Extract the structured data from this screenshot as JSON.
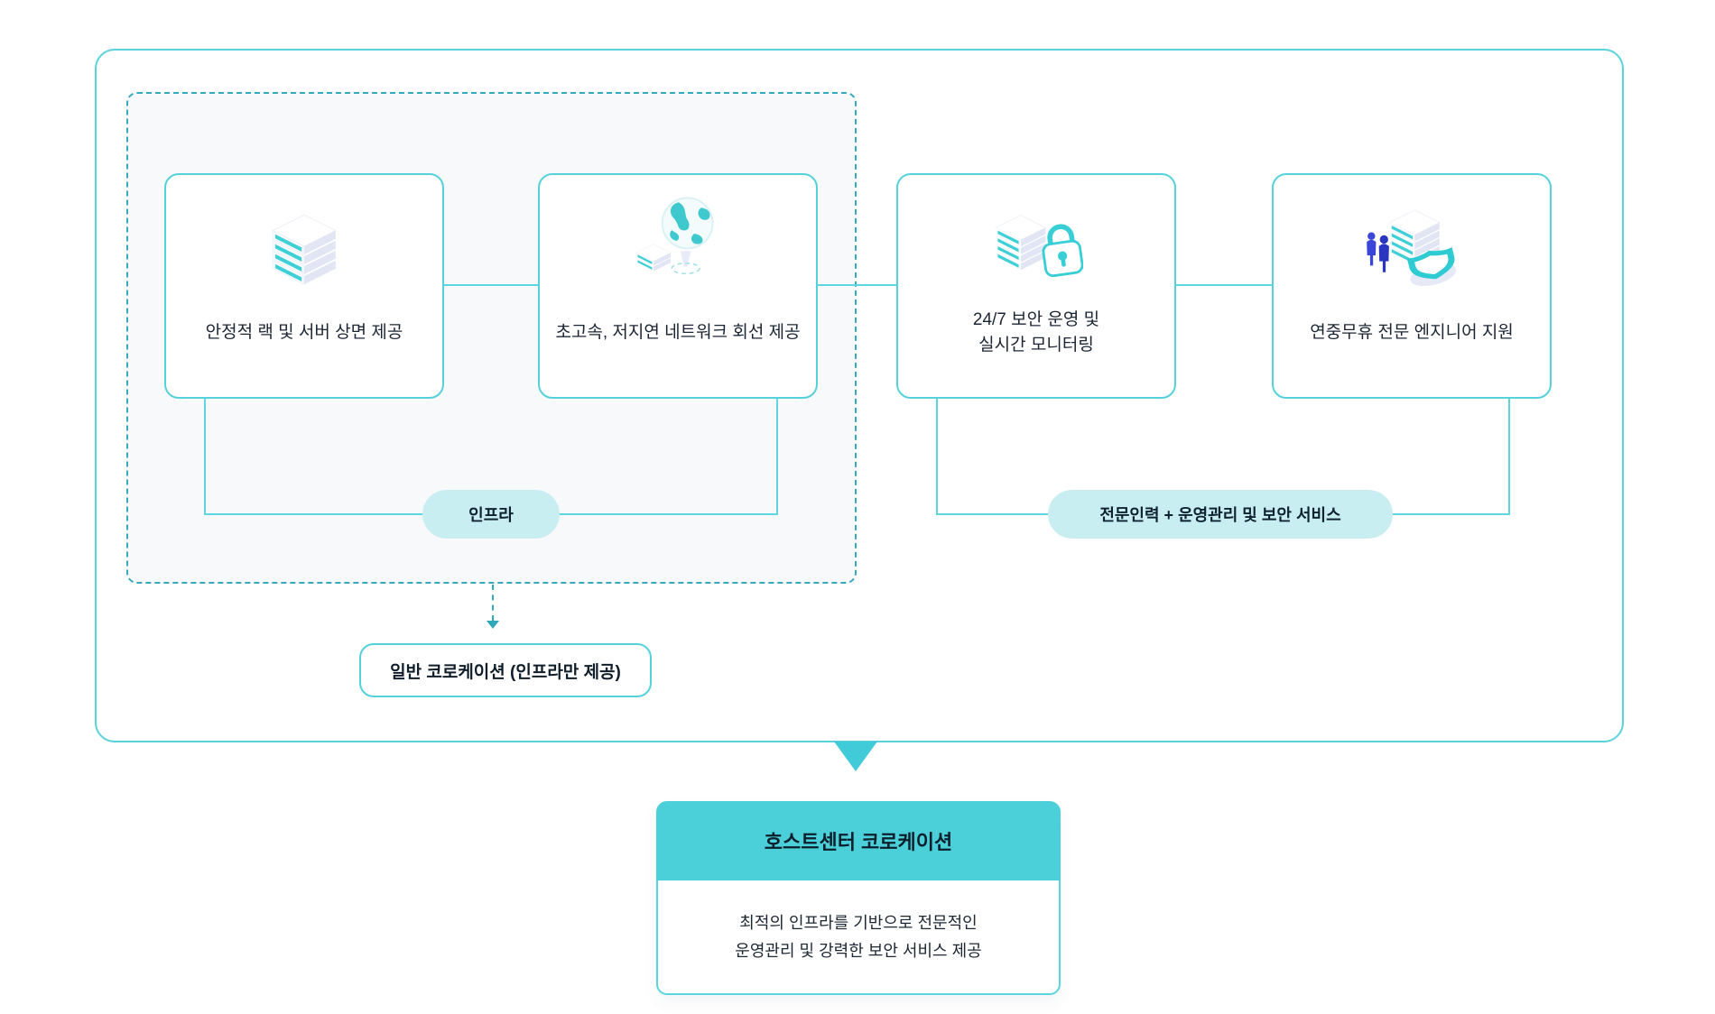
{
  "colors": {
    "accent_teal_border": "#55d1dc",
    "dashed_border_teal": "#35aabc",
    "connector_teal": "#5ed6de",
    "pill_background": "#c9eef2",
    "zone_background": "#f8f9fb",
    "result_header_teal": "#4bd0da",
    "big_arrow_teal": "#41cbd9",
    "icon_teal": "#3ed0d6",
    "icon_lavender": "#e2e5f4",
    "icon_people_blue": "#3946d8",
    "text_dark": "#1b2533"
  },
  "diagram": {
    "cards": [
      {
        "icon": "server-rack",
        "label": "안정적 랙 및 서버 상면 제공"
      },
      {
        "icon": "globe-network",
        "label": "초고속, 저지연 네트워크 회선 제공"
      },
      {
        "icon": "security-lock",
        "label": "24/7 보안 운영 및\n실시간 모니터링"
      },
      {
        "icon": "engineer-support",
        "label": "연중무휴 전문 엔지니어 지원"
      }
    ],
    "infra_pill": "인프라",
    "service_pill": "전문인력 + 운영관리 및 보안 서비스",
    "general_box": "일반 코로케이션 (인프라만 제공)",
    "result_card": {
      "title": "호스트센터 코로케이션",
      "description": "최적의 인프라를 기반으로 전문적인\n운영관리 및 강력한 보안 서비스 제공"
    }
  }
}
